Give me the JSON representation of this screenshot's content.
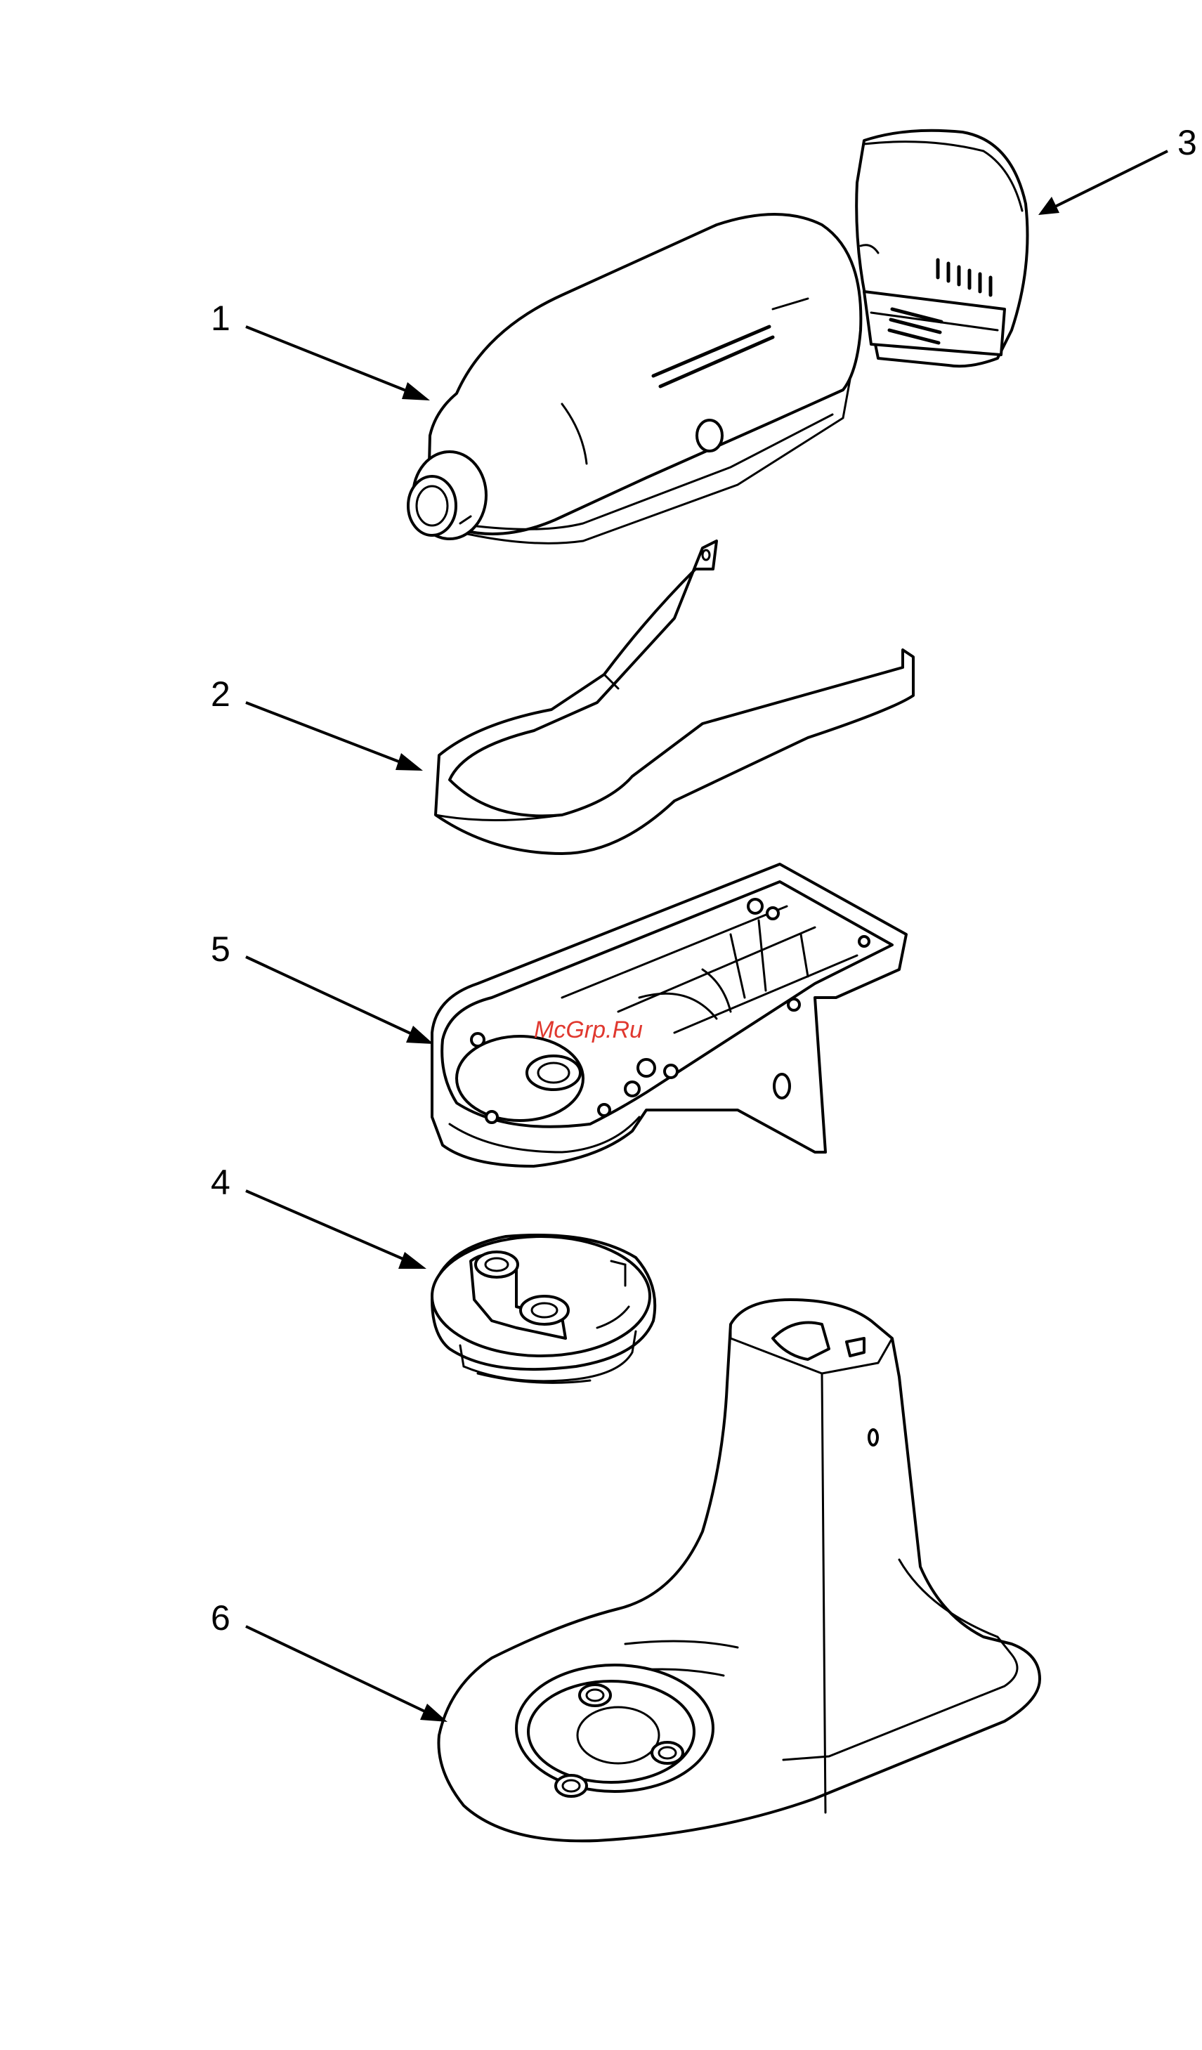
{
  "callouts": [
    {
      "id": "1",
      "label": "1"
    },
    {
      "id": "2",
      "label": "2"
    },
    {
      "id": "3",
      "label": "3"
    },
    {
      "id": "4",
      "label": "4"
    },
    {
      "id": "5",
      "label": "5"
    },
    {
      "id": "6",
      "label": "6"
    }
  ],
  "watermark": {
    "text": "McGrp.Ru",
    "color": "#e0382f"
  },
  "colors": {
    "line": "#000000",
    "background": "#ffffff"
  }
}
